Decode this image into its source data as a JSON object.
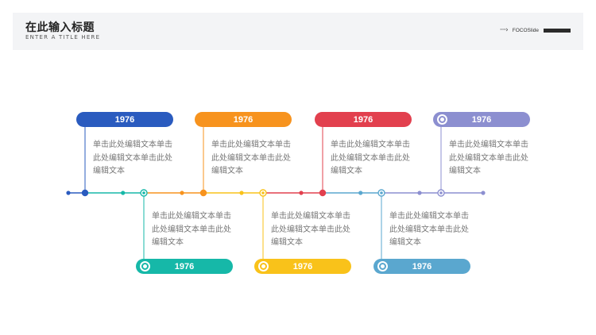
{
  "header": {
    "title": "在此输入标题",
    "subtitle": "ENTER A TITLE HERE",
    "brand_name": "FOCOSlide",
    "brand_icon": "dotted-arrow-icon"
  },
  "colors": {
    "blue": "#2a5bbf",
    "teal": "#16b8a8",
    "orange": "#f7931e",
    "yellow": "#f9c21a",
    "red": "#e2404e",
    "steel": "#5aa7cf",
    "violet": "#8c8fd0"
  },
  "events": [
    {
      "year": "1976",
      "text": "单击此处编辑文本单击此处编辑文本单击此处编辑文本",
      "position": "top",
      "color": "#2a5bbf",
      "icon": false
    },
    {
      "year": "1976",
      "text": "单击此处编辑文本单击此处编辑文本单击此处编辑文本",
      "position": "bottom",
      "color": "#16b8a8",
      "icon": true
    },
    {
      "year": "1976",
      "text": "单击此处编辑文本单击此处编辑文本单击此处编辑文本",
      "position": "top",
      "color": "#f7931e",
      "icon": false
    },
    {
      "year": "1976",
      "text": "单击此处编辑文本单击此处编辑文本单击此处编辑文本",
      "position": "bottom",
      "color": "#f9c21a",
      "icon": true
    },
    {
      "year": "1976",
      "text": "单击此处编辑文本单击此处编辑文本单击此处编辑文本",
      "position": "top",
      "color": "#e2404e",
      "icon": false
    },
    {
      "year": "1976",
      "text": "单击此处编辑文本单击此处编辑文本单击此处编辑文本",
      "position": "bottom",
      "color": "#5aa7cf",
      "icon": true
    },
    {
      "year": "1976",
      "text": "单击此处编辑文本单击此处编辑文本单击此处编辑文本",
      "position": "top",
      "color": "#8c8fd0",
      "icon": true
    }
  ]
}
